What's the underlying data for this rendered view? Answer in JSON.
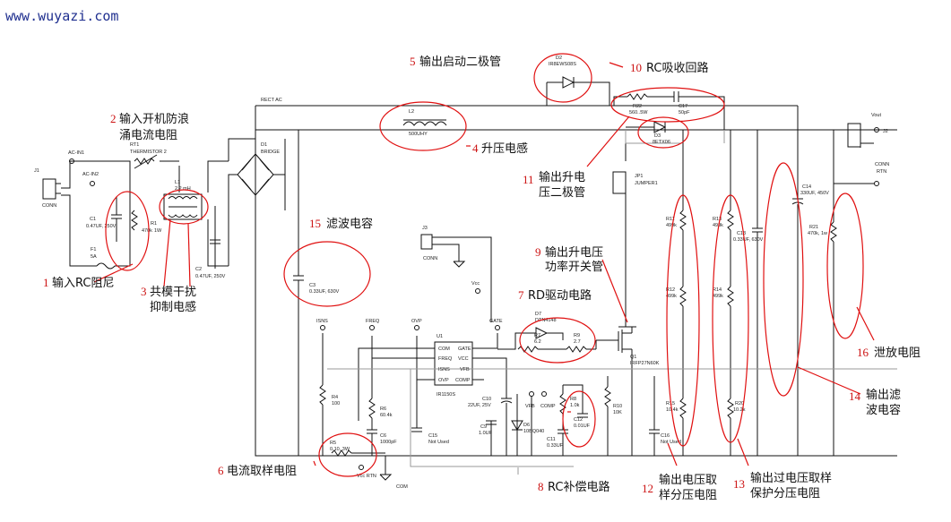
{
  "watermark": "www.wuyazi.com",
  "annotations": [
    {
      "num": "1",
      "text": "输入RC阻尼"
    },
    {
      "num": "2",
      "text": "输入开机防浪",
      "text2": "涌电流电阻"
    },
    {
      "num": "3",
      "text": "共模干扰",
      "text2": "抑制电感"
    },
    {
      "num": "4",
      "text": "升压电感"
    },
    {
      "num": "5",
      "text": "输出启动二极管"
    },
    {
      "num": "6",
      "text": "电流取样电阻"
    },
    {
      "num": "7",
      "text": "RD驱动电路"
    },
    {
      "num": "8",
      "text": "RC补偿电路"
    },
    {
      "num": "9",
      "text": "输出升电压",
      "text2": "功率开关管"
    },
    {
      "num": "10",
      "text": "RC吸收回路"
    },
    {
      "num": "11",
      "text": "输出升电",
      "text2": "压二极管"
    },
    {
      "num": "12",
      "text": "输出电压取",
      "text2": "样分压电阻"
    },
    {
      "num": "13",
      "text": "输出过电压取样",
      "text2": "保护分压电阻"
    },
    {
      "num": "14",
      "text": "输出滤",
      "text2": "波电容"
    },
    {
      "num": "15",
      "text": "滤波电容"
    },
    {
      "num": "16",
      "text": "泄放电阻"
    }
  ],
  "labels": {
    "rect_ac": "RECT AC",
    "ac_in1": "AC-IN1",
    "ac_in2": "AC-IN2",
    "j1": "J1",
    "conn": "CONN",
    "rt1": "RT1",
    "thermistor": "THERMISTOR 2",
    "l1": "L1",
    "l1_val": "2.2 mH",
    "c1": "C1",
    "c1_val": "0.47UF, 250V",
    "r1": "R1",
    "r1_val": "470k",
    "r1_w": "1W",
    "f1": "F1",
    "f1_val": "5A",
    "c2": "C2",
    "c2_val": "0.47UF, 250V",
    "d1": "D1",
    "d1_val": "BRIDGE",
    "l2": "L2",
    "l2_val": "500UHY",
    "d2": "D2",
    "d2_val": "IR8EWS08S",
    "r22": "R22",
    "r22_val": "560..5W",
    "c17": "C17",
    "c17_val": "50pF",
    "d3": "D3",
    "d3_val": "8ETX06",
    "jp1": "JP1",
    "jp1_val": "JUMPER1",
    "vout": "Vout",
    "j2": "J2",
    "j2_conn": "CONN",
    "rtn": "RTN",
    "c3": "C3",
    "c3_val": "0.33UF, 630V",
    "j3": "J3",
    "j3_conn": "CONN",
    "vcc": "Vcc",
    "isns": "ISNS",
    "freq": "FREQ",
    "ovp": "OVP",
    "gate": "GATE",
    "u1": "U1",
    "u1_val": "IR1150S",
    "pins": [
      "COM",
      "GATE",
      "FREQ",
      "VCC",
      "ISNS",
      "VFB",
      "OVP",
      "COMP"
    ],
    "r4": "R4",
    "r4_val": "100",
    "r6": "R6",
    "r6_val": "60.4k",
    "c6": "C6",
    "c6_val": "1000pF",
    "c10": "C10",
    "c10_val": "22UF, 25V",
    "c9": "C9",
    "c9_val": "1.0UF",
    "c15": "C15",
    "c15_val": "Not Used",
    "d7": "D7",
    "d7_val": "DTN4148",
    "r7": "R7",
    "r7_val": "6.2",
    "r9": "R9",
    "r9_val": "2.7",
    "q1": "Q1",
    "q1_val": "IRFP27N60K",
    "vfb": "VFB",
    "comp": "COMP",
    "r8": "R8",
    "r8_val": "1.0k",
    "c12": "C12",
    "c12_val": "0.01UF",
    "c11": "C11",
    "c11_val": "0.33UF",
    "d6": "D6",
    "d6_val": "10BQ040",
    "r10": "R10",
    "r10_val": "10K",
    "c16": "C16",
    "c16_val": "Not Used",
    "r11": "R11",
    "r11_val": "499k",
    "r12": "R12",
    "r12_val": "499k",
    "r13": "R13",
    "r13_val": "499k",
    "r14": "R14",
    "r14_val": "499k",
    "r15": "R15",
    "r15_val": "10.4k",
    "r20": "R20",
    "r20_val": "10.2k",
    "c13": "C13",
    "c13_val": "0.33UF, 630V",
    "c14": "C14",
    "c14_val": "330UF, 450V",
    "r21": "R21",
    "r21_val": "470k, 1w",
    "r5": "R5",
    "r5_val": "0.10, 3W",
    "vcc_rtn": "Vcc RTN",
    "com": "COM"
  }
}
